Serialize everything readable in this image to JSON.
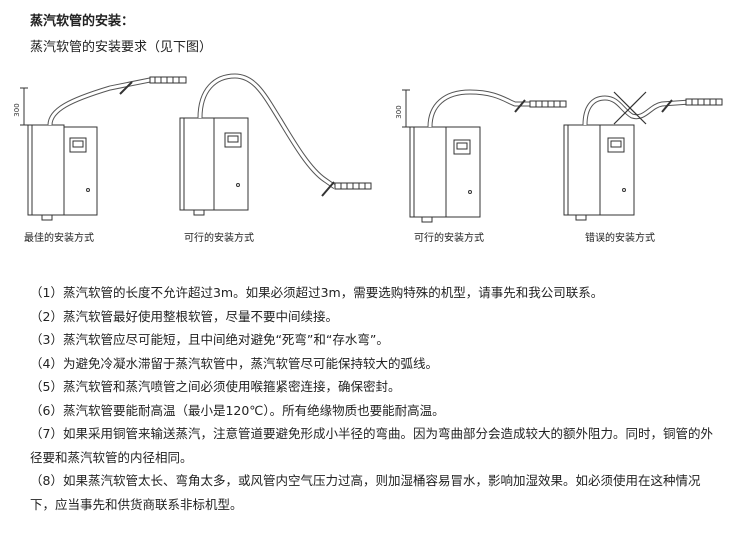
{
  "heading": "蒸汽软管的安装：",
  "subheading": "蒸汽软管的安装要求（见下图）",
  "figures": [
    {
      "caption": "最佳的安装方式",
      "dimension": "300"
    },
    {
      "caption": "可行的安装方式"
    },
    {
      "caption": "可行的安装方式",
      "dimension": "300"
    },
    {
      "caption": "错误的安装方式"
    }
  ],
  "rules": [
    "（1）蒸汽软管的长度不允许超过3m。如果必须超过3m，需要选购特殊的机型，请事先和我公司联系。",
    "（2）蒸汽软管最好使用整根软管，尽量不要中间续接。",
    "（3）蒸汽软管应尽可能短，且中间绝对避免“死弯”和“存水弯”。",
    "（4）为避免冷凝水滞留于蒸汽软管中，蒸汽软管尽可能保持较大的弧线。",
    "（5）蒸汽软管和蒸汽喷管之间必须使用喉箍紧密连接，确保密封。",
    "（6）蒸汽软管要能耐高温（最小是120℃）。所有绝缘物质也要能耐高温。",
    "（7）如果采用铜管来输送蒸汽，注意管道要避免形成小半径的弯曲。因为弯曲部分会造成较大的额外阻力。同时，铜管的外径要和蒸汽软管的内径相同。",
    "（8）如果蒸汽软管太长、弯角太多，或风管内空气压力过高，则加湿桶容易冒水，影响加湿效果。如必须使用在这种情况下，应当事先和供货商联系非标机型。"
  ]
}
